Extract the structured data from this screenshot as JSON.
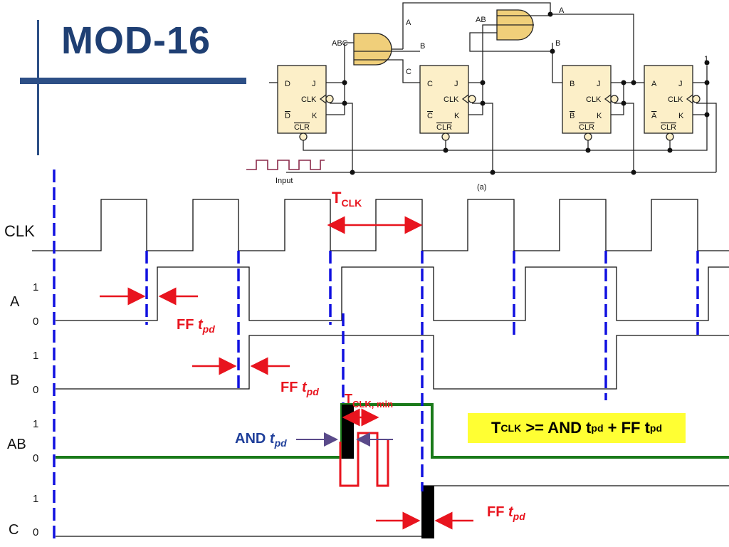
{
  "slide": {
    "title": "MOD-16",
    "formula": {
      "t": "T",
      "t_sub": "CLK",
      "mid": " >= AND t",
      "mid_sub": "pd",
      "plus": " + FF t",
      "plus_sub": "pd"
    }
  },
  "circuit": {
    "flipflops": [
      {
        "name": "D",
        "j": "J",
        "k": "K",
        "clk": "CLK",
        "q": "D",
        "qbar": "D",
        "clr": "CLR"
      },
      {
        "name": "C",
        "j": "J",
        "k": "K",
        "clk": "CLK",
        "q": "C",
        "qbar": "C",
        "clr": "CLR"
      },
      {
        "name": "B",
        "j": "J",
        "k": "K",
        "clk": "CLK",
        "q": "B",
        "qbar": "B",
        "clr": "CLR"
      },
      {
        "name": "A",
        "j": "J",
        "k": "K",
        "clk": "CLK",
        "q": "A",
        "qbar": "A",
        "clr": "CLR"
      }
    ],
    "gate_labels": {
      "abc": "ABC",
      "ab": "AB"
    },
    "wire_labels": {
      "a1": "A",
      "a2": "A",
      "b1": "B",
      "b2": "B",
      "c": "C",
      "one": "1"
    },
    "input_label": "Input",
    "caption": "(a)"
  },
  "timing": {
    "signals": [
      {
        "name": "CLK"
      },
      {
        "name": "A",
        "high": "1",
        "low": "0"
      },
      {
        "name": "B",
        "high": "1",
        "low": "0"
      },
      {
        "name": "AB",
        "high": "1",
        "low": "0"
      },
      {
        "name": "C",
        "high": "1",
        "low": "0"
      }
    ],
    "annotations": {
      "tclk": "T",
      "tclk_sub": "CLK",
      "ff_tpd_1": "FF ",
      "ff_tpd_1_t": "t",
      "ff_tpd_1_sub": "pd",
      "ff_tpd_2": "FF ",
      "ff_tpd_2_t": "t",
      "ff_tpd_2_sub": "pd",
      "ff_tpd_3": "FF ",
      "ff_tpd_3_t": "t",
      "ff_tpd_3_sub": "pd",
      "and_tpd": "AND ",
      "and_tpd_t": "t",
      "and_tpd_sub": "pd",
      "tclk_min": "T",
      "tclk_min_sub": "CLK, min"
    },
    "colors": {
      "red": "#e8141e",
      "blue": "#1010e0",
      "green": "#1a7a1a",
      "navy": "#1f3f73",
      "gate_fill": "#f0cf7a",
      "ff_fill": "#fcefc8",
      "highlight": "#ffff33"
    }
  }
}
